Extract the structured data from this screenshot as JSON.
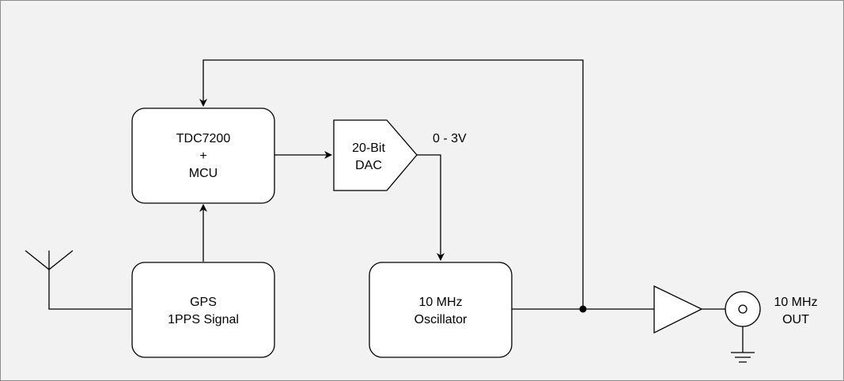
{
  "blocks": {
    "tdc_mcu": {
      "line1": "TDC7200",
      "line2": "+",
      "line3": "MCU"
    },
    "dac": {
      "line1": "20-Bit",
      "line2": "DAC"
    },
    "dac_output": {
      "label": "0 - 3V"
    },
    "gps": {
      "line1": "GPS",
      "line2": "1PPS Signal"
    },
    "oscillator": {
      "line1": "10 MHz",
      "line2": "Oscillator"
    },
    "output": {
      "line1": "10 MHz",
      "line2": "OUT"
    }
  },
  "icons": {
    "antenna": "antenna-icon",
    "amplifier": "amplifier-icon",
    "connector": "coax-connector-icon",
    "ground": "ground-icon",
    "junction": "junction-dot-icon"
  },
  "colors": {
    "background": "#f2f2f2",
    "block_fill": "#ffffff",
    "stroke": "#000000",
    "border": "#8c8c8c"
  }
}
